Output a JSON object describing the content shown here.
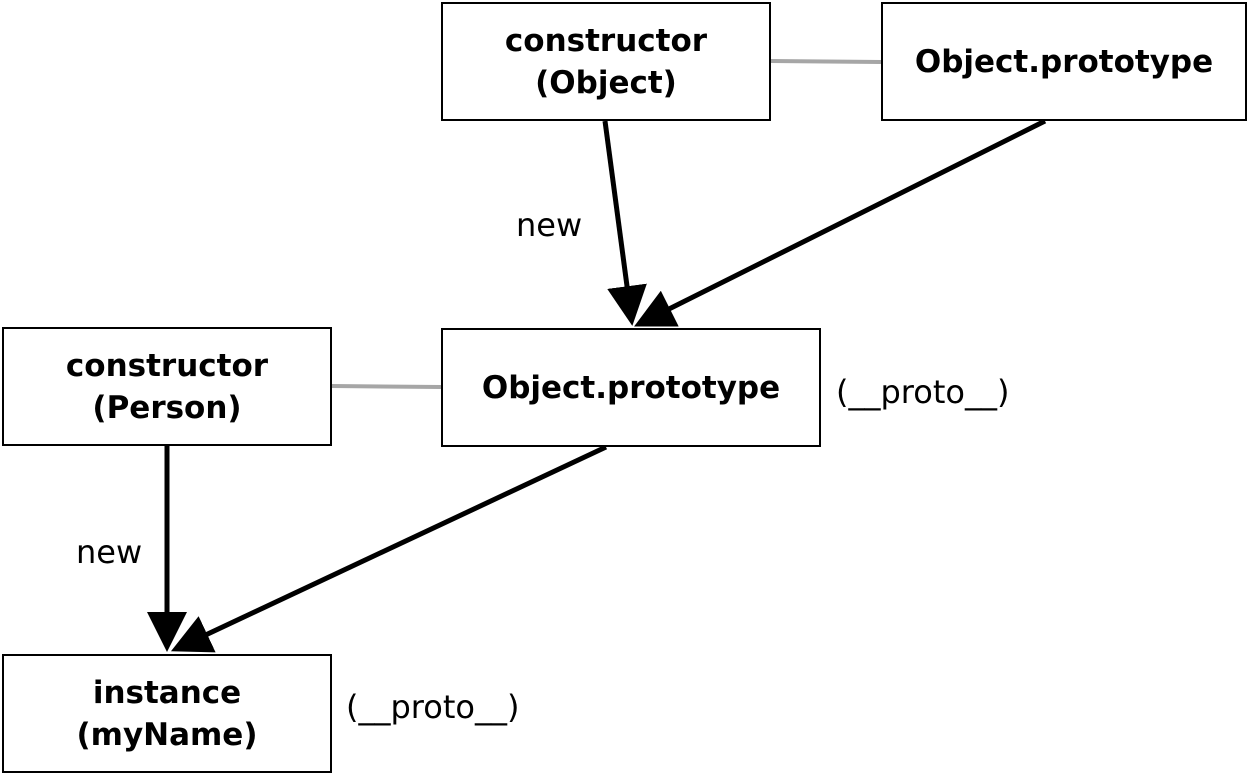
{
  "nodes": {
    "constructor_object": {
      "line1": "constructor",
      "line2": "(Object)"
    },
    "object_prototype_top": {
      "line1": "Object.prototype"
    },
    "object_prototype_mid": {
      "line1": "Object.prototype"
    },
    "constructor_person": {
      "line1": "constructor",
      "line2": "(Person)"
    },
    "instance": {
      "line1": "instance",
      "line2": "(myName)"
    }
  },
  "edge_labels": {
    "new_top": "new",
    "new_bottom": "new",
    "proto_mid": "(__proto__)",
    "proto_instance": "(__proto__)"
  },
  "colors": {
    "arrow": "#000000",
    "link": "#a6a6a6"
  }
}
